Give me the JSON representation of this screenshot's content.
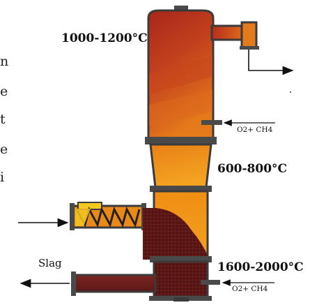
{
  "labels": {
    "top_temp": "1000-1200°C",
    "mid_temp": "600-800°C",
    "bottom_temp": "1600-2000°C",
    "gas_upper": "O2+ CH4",
    "gas_lower": "O2+ CH4",
    "slag": "Slag"
  },
  "edge_glyphs": [
    "n",
    "e",
    "t",
    "e",
    "i"
  ],
  "colors": {
    "outline": "#3b3b3b",
    "flange": "#4a4a4a",
    "top_zone": "#b8331c",
    "middle_zone": "#f08a12",
    "hot_zone": "#5e1616",
    "screw_yellow": "#f4c81e"
  }
}
